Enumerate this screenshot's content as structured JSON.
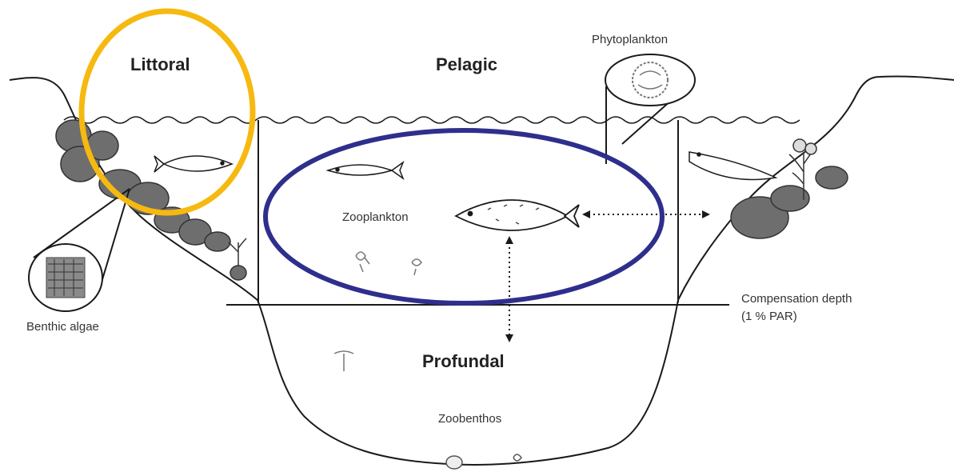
{
  "zones": {
    "littoral": "Littoral",
    "pelagic": "Pelagic",
    "profundal": "Profundal"
  },
  "labels": {
    "phytoplankton": "Phytoplankton",
    "zooplankton": "Zooplankton",
    "benthic_algae": "Benthic algae",
    "compensation_depth_line1": "Compensation depth",
    "compensation_depth_line2": "(1 % PAR)",
    "zoobenthos": "Zoobenthos"
  },
  "colors": {
    "littoral_highlight": "#F6B90F",
    "pelagic_highlight": "#2E2F8C",
    "rock": "#6E6E6E",
    "outline": "#1a1a1a"
  }
}
